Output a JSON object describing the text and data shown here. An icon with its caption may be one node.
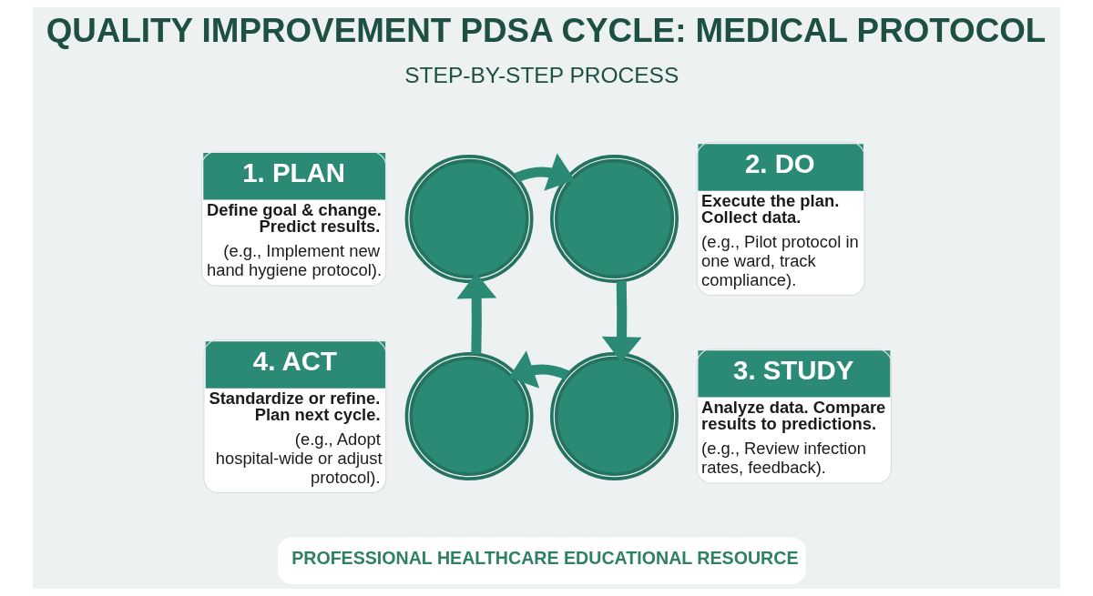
{
  "diagram": {
    "title": "QUALITY IMPROVEMENT PDSA CYCLE: MEDICAL PROTOCOL",
    "nodes": [
      {
        "text": [
          "1. PLAN",
          "Define goal & change. Predict results.",
          "(e.g., Implement new hand hygiene protocol)."
        ]
      },
      {
        "text": [
          "2. DO",
          "Execute the plan. Collect data.",
          "(e.g., Pilot protocol in one ward, track compliance)."
        ]
      },
      {
        "text": [
          "3. STUDY",
          "Analyze data. Compare results to predictions.",
          "(e.g., Review infection rates, feedback)."
        ]
      },
      {
        "text": [
          "4. ACT",
          "Standardize or refine. Plan next cycle.",
          "(e.g., Adopt hospital-wide or adjust protocol)."
        ]
      },
      {
        "text": [],
        "shape": "circle"
      },
      {
        "text": [],
        "shape": "circle"
      },
      {
        "text": [],
        "shape": "circle"
      },
      {
        "text": [],
        "shape": "circle"
      }
    ],
    "edges": [
      {
        "from": 4,
        "to": 5,
        "arrow": "to"
      },
      {
        "from": 5,
        "to": 6,
        "arrow": "to"
      },
      {
        "from": 6,
        "to": 7,
        "arrow": "to"
      },
      {
        "from": 7,
        "to": 4,
        "arrow": "to"
      }
    ],
    "labels": [
      "STEP-BY-STEP PROCESS",
      "PROFESSIONAL HEALTHCARE EDUCATIONAL RESOURCE"
    ]
  }
}
